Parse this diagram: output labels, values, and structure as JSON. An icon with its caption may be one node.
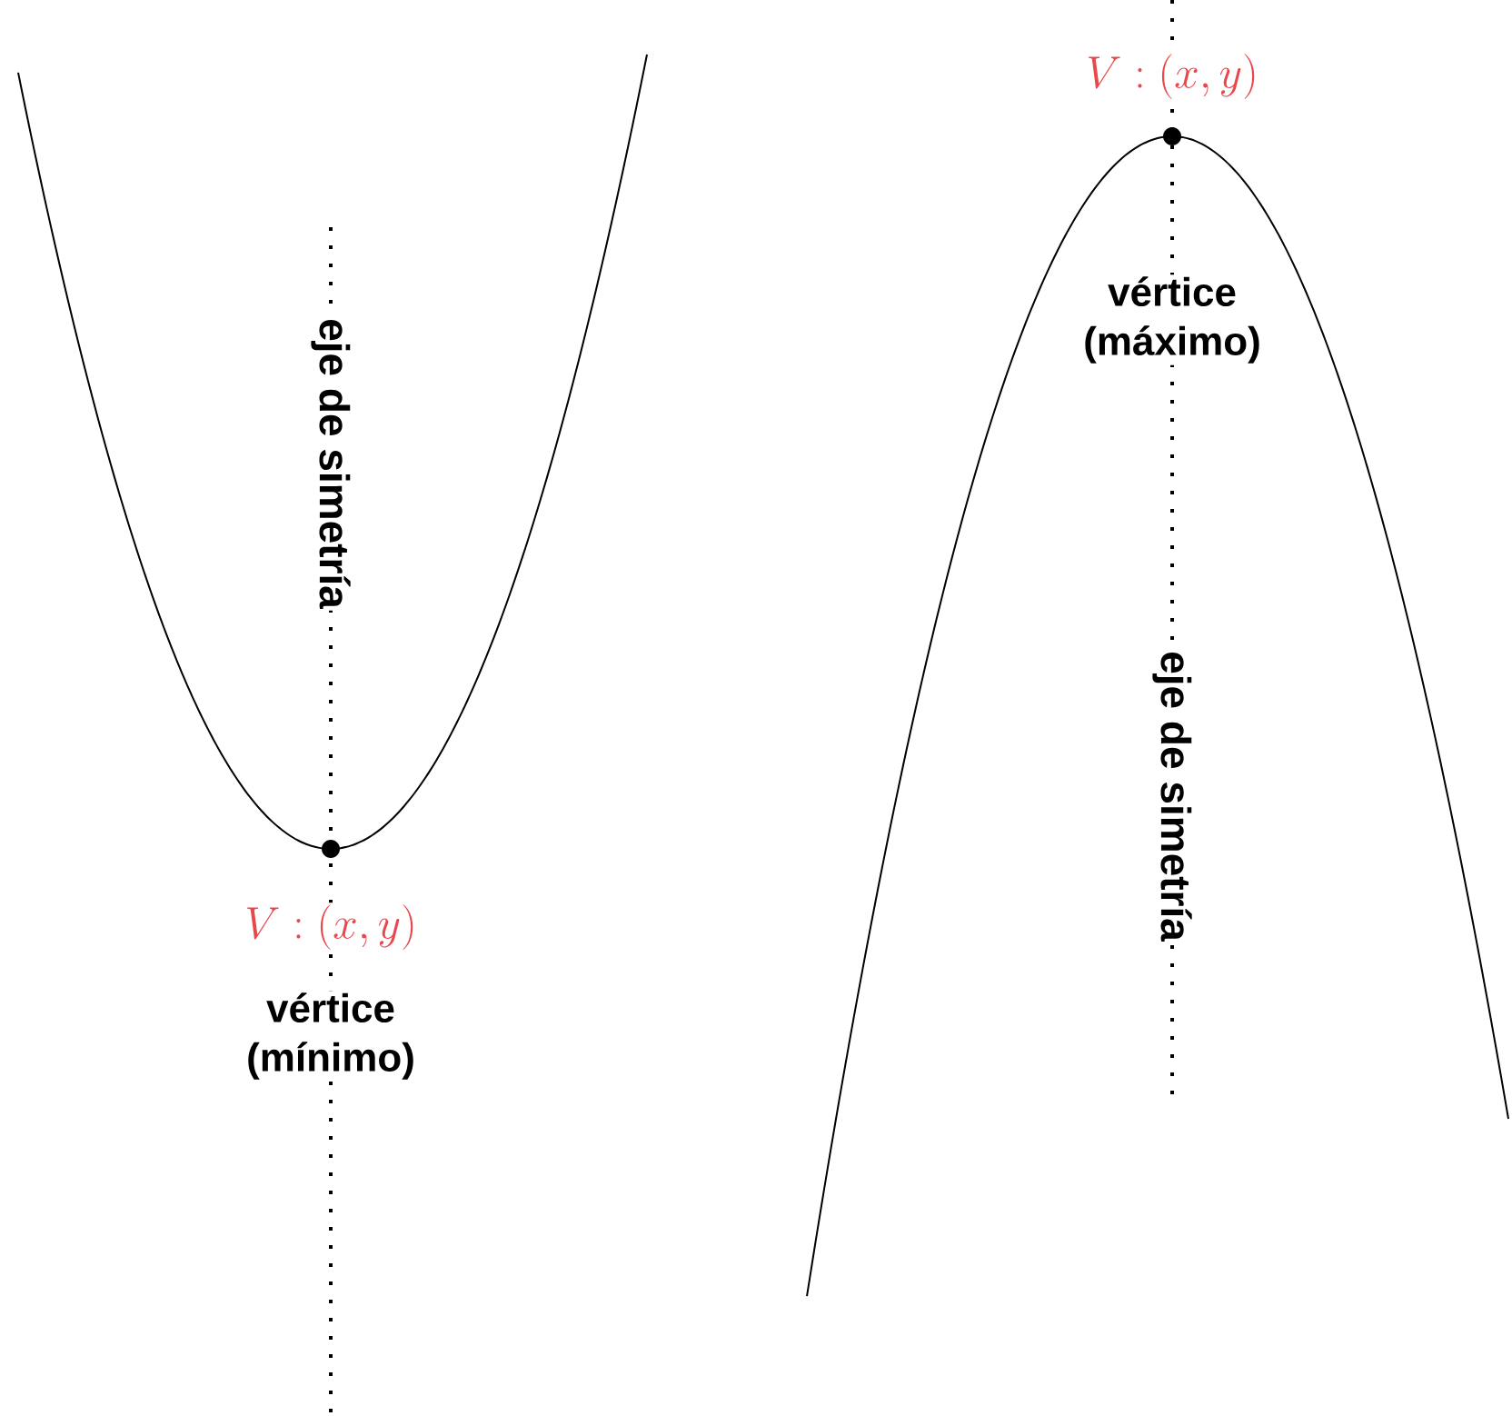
{
  "diagram": {
    "labels": [
      "eje de simetría",
      "V : (x, y)",
      "vértice (mínimo)",
      "V : (x, y)",
      "vértice (máximo)",
      "eje de simetría"
    ]
  }
}
